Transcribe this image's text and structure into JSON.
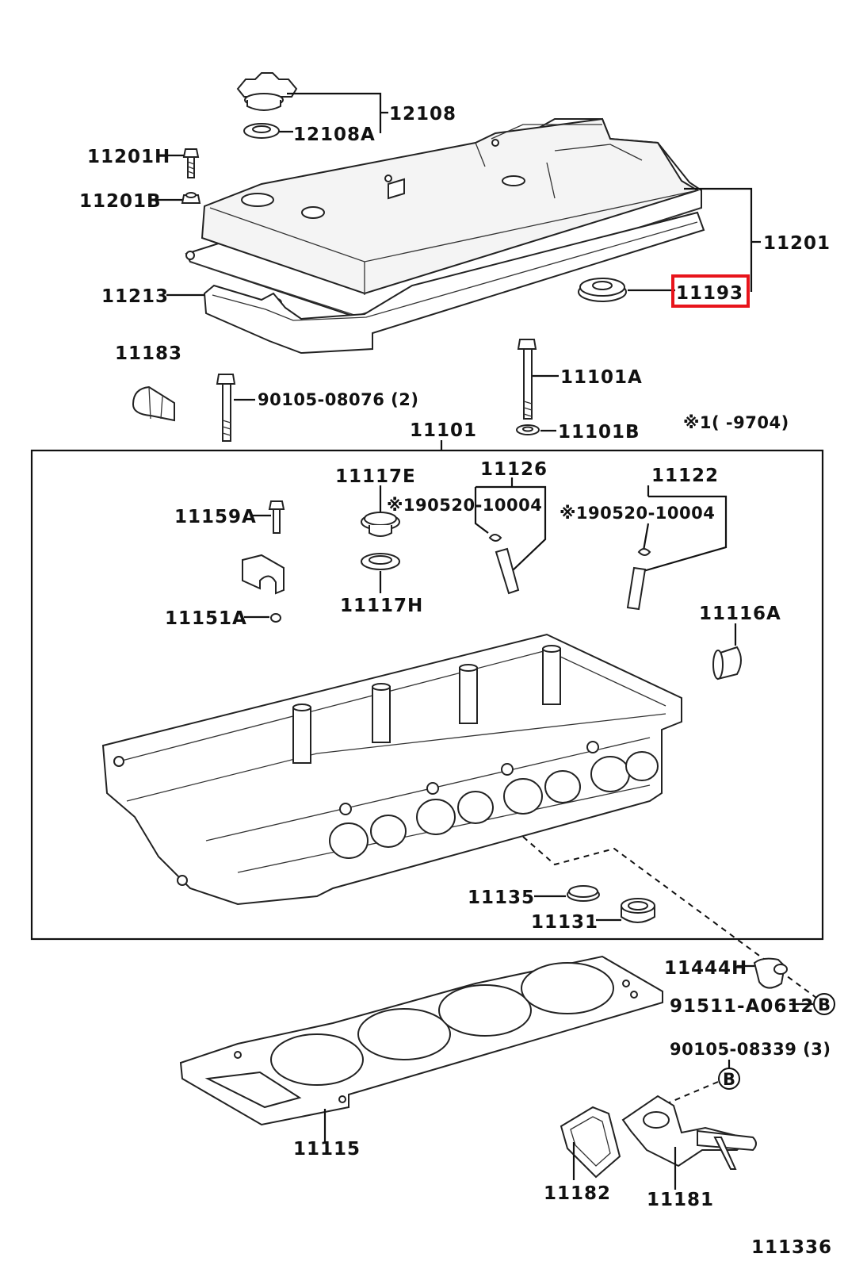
{
  "labels": {
    "p12108": "12108",
    "p12108A": "12108A",
    "p11201H": "11201H",
    "p11201B": "11201B",
    "p11201": "11201",
    "p11193": "11193",
    "p11213": "11213",
    "p11183": "11183",
    "p90105_08076": "90105-08076 (2)",
    "p11101A": "11101A",
    "p11101B": "11101B",
    "p11101": "11101",
    "note_9704": "※1(        -9704)",
    "p11117E": "11117E",
    "p11126": "11126",
    "p11122": "11122",
    "p190520_a": "※190520-10004",
    "p190520_b": "※190520-10004",
    "p11159A": "11159A",
    "p11151A": "11151A",
    "p11117H": "11117H",
    "p11116A": "11116A",
    "p11135": "11135",
    "p11131": "11131",
    "p11444H": "11444H",
    "p91511": "91511-A0612",
    "callout_b1": "B",
    "p90105_08339": "90105-08339 (3)",
    "callout_b2": "B",
    "p11115": "11115",
    "p11182": "11182",
    "p11181": "11181",
    "diagram_id": "111336"
  },
  "highlight": {
    "part": "11193",
    "color": "#e8141b"
  }
}
